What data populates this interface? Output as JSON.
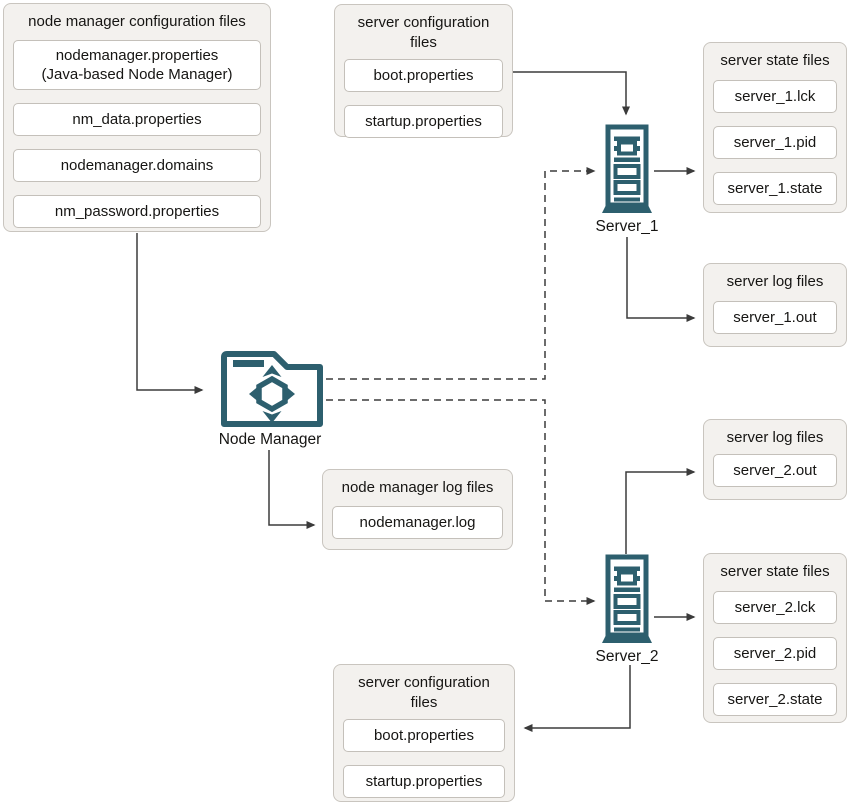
{
  "diagram": {
    "groups": {
      "nm_config": {
        "title": "node manager configuration files",
        "items": [
          "nodemanager.properties\n(Java-based Node Manager)",
          "nm_data.properties",
          "nodemanager.domains",
          "nm_password.properties"
        ]
      },
      "server_config_top": {
        "title": "server configuration\nfiles",
        "items": [
          "boot.properties",
          "startup.properties"
        ]
      },
      "server1_state": {
        "title": "server state files",
        "items": [
          "server_1.lck",
          "server_1.pid",
          "server_1.state"
        ]
      },
      "server1_log": {
        "title": "server log files",
        "items": [
          "server_1.out"
        ]
      },
      "nm_log": {
        "title": "node manager log files",
        "items": [
          "nodemanager.log"
        ]
      },
      "server2_log": {
        "title": "server log files",
        "items": [
          "server_2.out"
        ]
      },
      "server2_state": {
        "title": "server state files",
        "items": [
          "server_2.lck",
          "server_2.pid",
          "server_2.state"
        ]
      },
      "server_config_bottom": {
        "title": "server configuration\nfiles",
        "items": [
          "boot.properties",
          "startup.properties"
        ]
      }
    },
    "nodes": {
      "node_manager": {
        "label": "Node Manager",
        "icon": "folder-distribute-icon"
      },
      "server1": {
        "label": "Server_1",
        "icon": "server-tower-icon"
      },
      "server2": {
        "label": "Server_2",
        "icon": "server-tower-icon"
      }
    },
    "colors": {
      "icon_teal": "#2d5f6e",
      "group_bg": "#f3f1ee",
      "group_border": "#c9c5bf",
      "item_bg": "#ffffff",
      "item_border": "#c4c0ba",
      "connector": "#3b3b3b",
      "text": "#161513"
    }
  }
}
